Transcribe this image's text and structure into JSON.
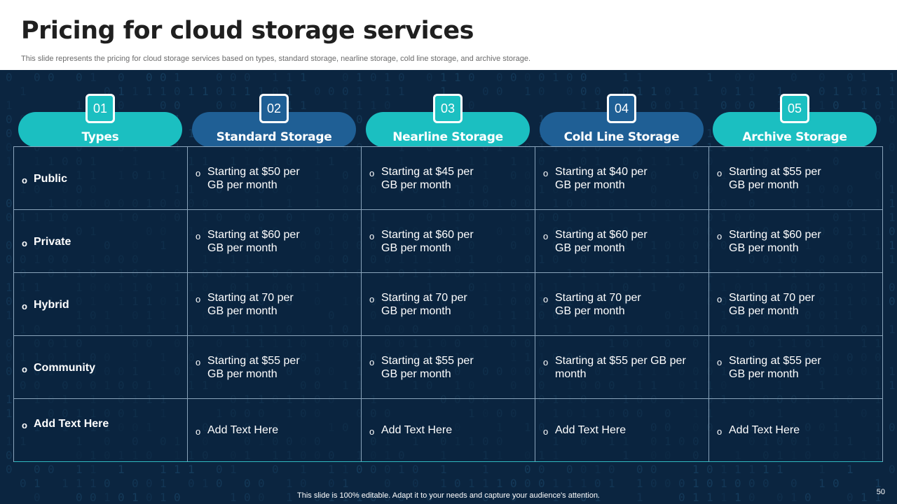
{
  "title": "Pricing for cloud storage services",
  "subtitle": "This slide represents the pricing for cloud storage services based on types, standard storage, nearline storage, cold line storage, and archive storage.",
  "colors": {
    "teal": "#1bbfc1",
    "blue": "#1f5f95",
    "background": "#0b2540",
    "grid_line": "#8aa4bb"
  },
  "columns": [
    {
      "number": "01",
      "label": "Types"
    },
    {
      "number": "02",
      "label": "Standard Storage"
    },
    {
      "number": "03",
      "label": "Nearline Storage"
    },
    {
      "number": "04",
      "label": "Cold Line Storage"
    },
    {
      "number": "05",
      "label": "Archive Storage"
    }
  ],
  "rows": [
    {
      "type": "Public",
      "cells": [
        "Starting at $50 per\nGB per month",
        "Starting at $45 per\nGB per month",
        "Starting at $40 per\nGB per month",
        "Starting at $55 per\nGB per month"
      ]
    },
    {
      "type": "Private",
      "cells": [
        "Starting at $60 per\nGB per month",
        "Starting at $60 per\nGB per month",
        "Starting at $60 per\nGB per month",
        "Starting at $60 per\nGB per month"
      ]
    },
    {
      "type": "Hybrid",
      "cells": [
        "Starting at 70 per\nGB per month",
        "Starting at 70 per\nGB per month",
        "Starting at 70 per\n GB per month",
        "Starting at 70 per\nGB per month"
      ]
    },
    {
      "type": "Community",
      "cells": [
        "Starting at $55 per\nGB per month",
        "Starting at $55 per\nGB per month",
        "Starting at $55 per GB per\nmonth",
        "Starting at $55 per\nGB per month"
      ]
    },
    {
      "type": "Add  Text Here",
      "cells": [
        "Add Text Here",
        "Add Text Here",
        "Add Text Here",
        "Add Text Here"
      ]
    }
  ],
  "bullet_glyph": "o",
  "footer_note": "This slide is 100% editable. Adapt it to your needs and capture your audience's attention.",
  "page_number": "50"
}
